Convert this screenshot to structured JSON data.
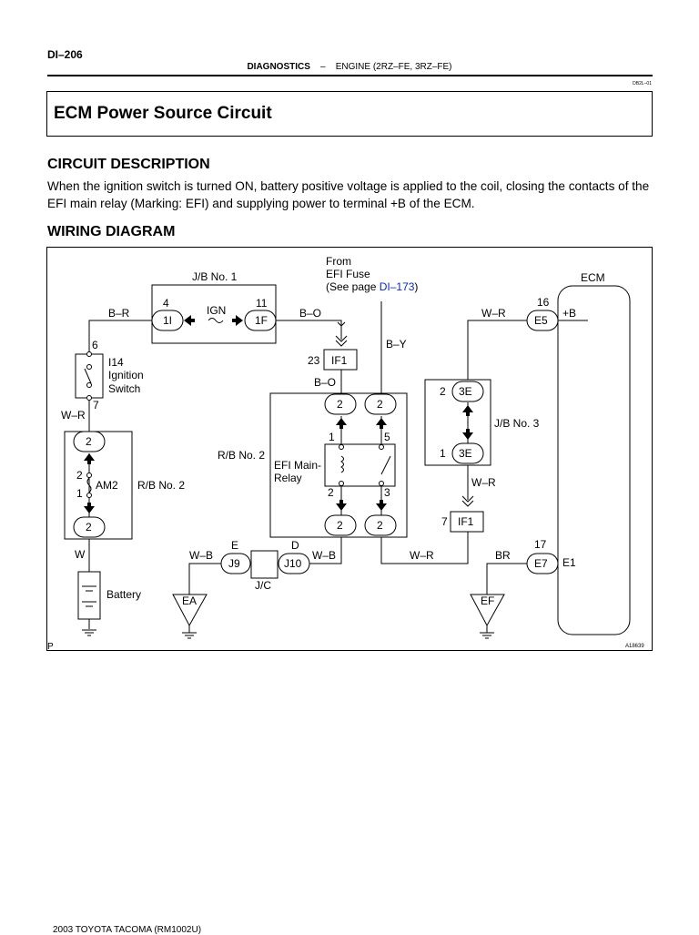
{
  "page": {
    "number": "DI–206",
    "section_bold": "DIAGNOSTICS",
    "section_sep": "–",
    "section_rest": "ENGINE (2RZ–FE, 3RZ–FE)",
    "code": "DB2L–01",
    "title": "ECM Power Source Circuit",
    "footer": "2003 TOYOTA TACOMA   (RM1002U)"
  },
  "circuit_description": {
    "heading": "CIRCUIT DESCRIPTION",
    "text": "When the ignition switch is turned ON, battery positive voltage is applied to the coil, closing the contacts of the EFI main relay (Marking: EFI) and supplying power to terminal +B of the ECM."
  },
  "wiring_diagram": {
    "heading": "WIRING DIAGRAM",
    "figure_id": "A18639",
    "corner_mark": "P",
    "link_color": "#0b27c9",
    "labels": {
      "jb1": "J/B No. 1",
      "jb1_pin4": "4",
      "jb1_pin11": "11",
      "jb1_conn_left": "1I",
      "jb1_conn_right": "1F",
      "ign": "IGN",
      "wire_br_top": "B–R",
      "wire_bo_top": "B–O",
      "from1": "From",
      "from2": "EFI Fuse",
      "from3_pre": "(See page ",
      "from3_link": "DI–173",
      "from3_post": ")",
      "wire_by": "B–Y",
      "if1_pin23": "23",
      "if1_top": "IF1",
      "wire_bo_mid": "B–O",
      "sw_pin6": "6",
      "sw_name1": "I14",
      "sw_name2": "Ignition",
      "sw_name3": "Switch",
      "sw_pin7": "7",
      "wire_wr_left": "W–R",
      "rb2_left": "R/B No. 2",
      "am2_top": "2",
      "am2_bot": "2",
      "am2_pin2": "2",
      "am2_pin1": "1",
      "am2": "AM2",
      "wire_w": "W",
      "battery": "Battery",
      "relay_rb2": "R/B No. 2",
      "relay_name1": "EFI Main-",
      "relay_name2": "Relay",
      "relay_top_l": "2",
      "relay_top_r": "2",
      "relay_bot_l": "2",
      "relay_bot_r": "2",
      "relay_p1": "1",
      "relay_p5": "5",
      "relay_p2": "2",
      "relay_p3": "3",
      "jb3": "J/B No. 3",
      "jb3_pin2": "2",
      "jb3_pin1": "1",
      "jb3_top": "3E",
      "jb3_bot": "3E",
      "wire_wr_jb3": "W–R",
      "if1_pin7": "7",
      "if1_bottom": "IF1",
      "ecm": "ECM",
      "ecm_pin16": "16",
      "ecm_e5": "E5",
      "ecm_plusb": "+B",
      "wire_wr_ecm": "W–R",
      "ecm_pin17": "17",
      "ecm_e7": "E7",
      "ecm_e1": "E1",
      "wire_br": "BR",
      "ground_ef": "EF",
      "ground_ea": "EA",
      "jc_e": "E",
      "jc_d": "D",
      "jc_j9": "J9",
      "jc_j10": "J10",
      "jc": "J/C",
      "wire_wb_left": "W–B",
      "wire_wb_right": "W–B",
      "wire_wr_bottom": "W–R"
    }
  }
}
